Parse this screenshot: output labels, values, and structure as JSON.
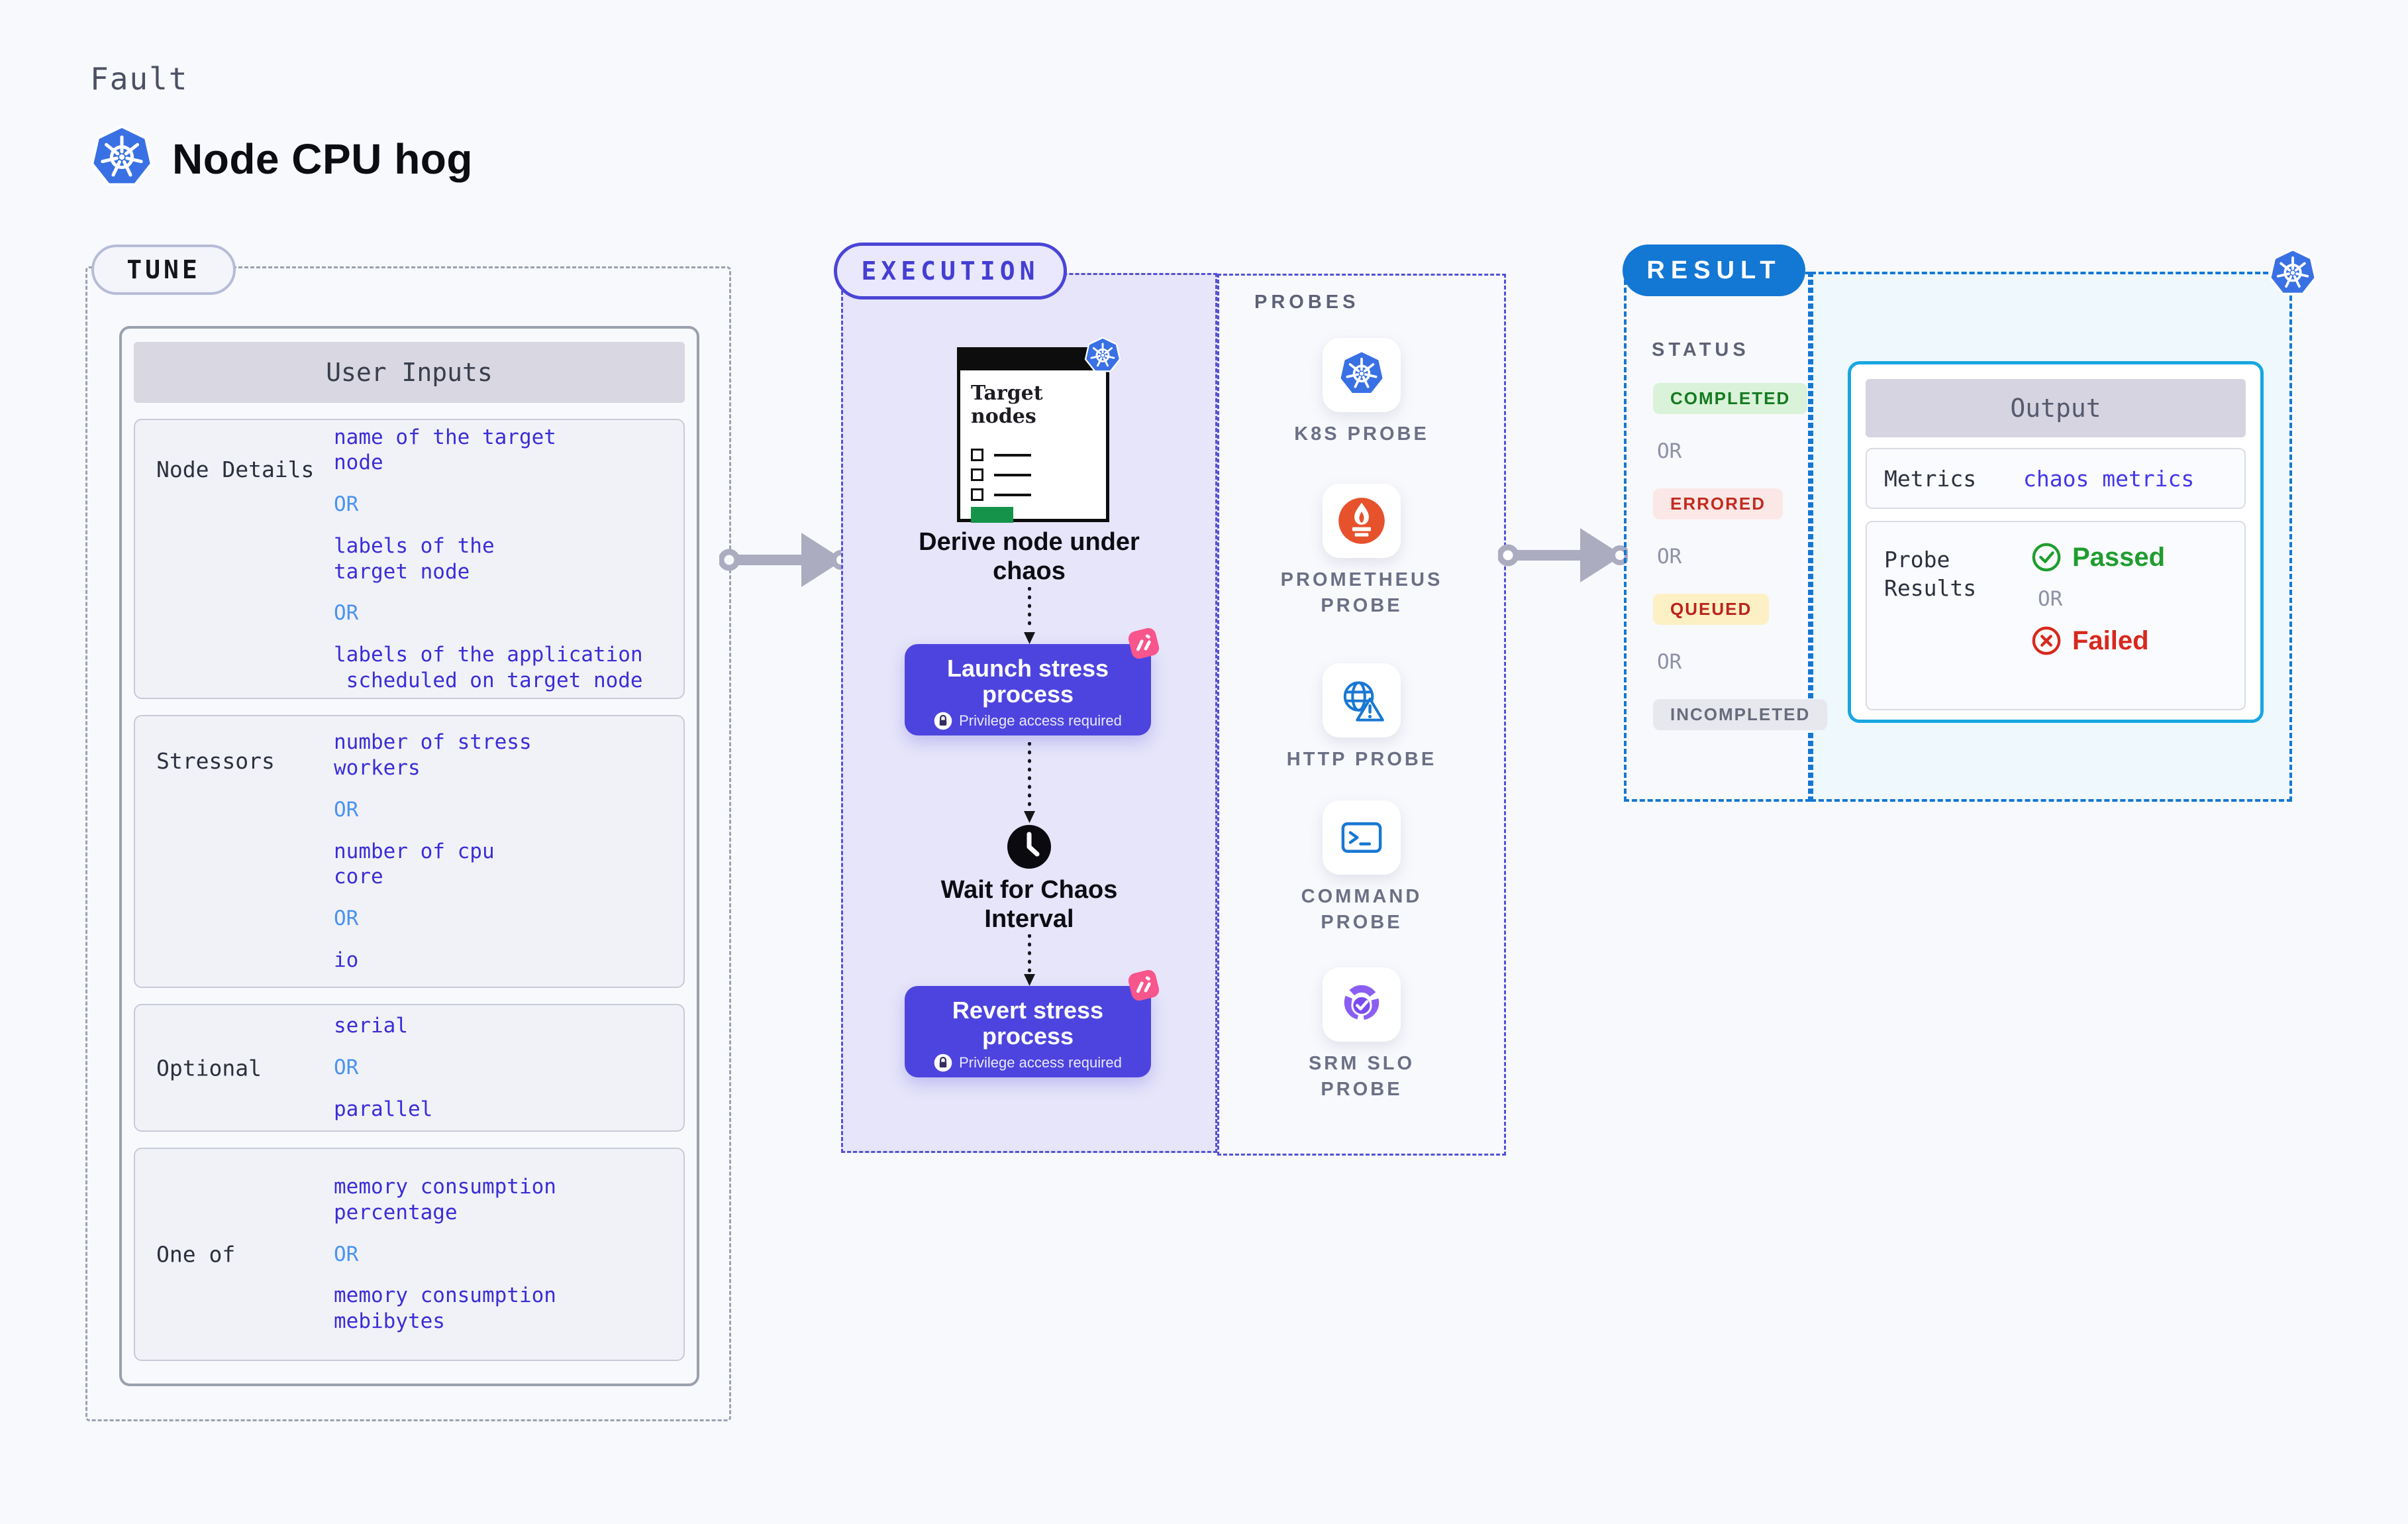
{
  "page": {
    "eyebrow": "Fault",
    "title": "Node CPU hog"
  },
  "tune": {
    "badge": "TUNE",
    "table": {
      "header": "User Inputs",
      "rows": [
        {
          "label": "Node Details",
          "values": [
            "name of the target\nnode",
            "OR",
            "labels of the\ntarget node",
            "OR",
            "labels of the application\n scheduled on target node"
          ]
        },
        {
          "label": "Stressors",
          "values": [
            "number of stress\nworkers",
            "OR",
            "number of cpu\ncore",
            "OR",
            "io"
          ]
        },
        {
          "label": "Optional",
          "values": [
            "serial",
            "OR",
            "parallel"
          ]
        },
        {
          "label": "One of",
          "values": [
            "memory consumption\npercentage",
            "OR",
            "memory consumption\nmebibytes"
          ]
        }
      ]
    }
  },
  "execution": {
    "badge": "EXECUTION",
    "target_nodes_label": "Target nodes",
    "derive_label": "Derive node under\nchaos",
    "launch": {
      "title": "Launch stress\nprocess",
      "subtitle": "Privilege access required"
    },
    "wait_label": "Wait for Chaos\nInterval",
    "revert": {
      "title": "Revert stress\nprocess",
      "subtitle": "Privilege access required"
    }
  },
  "probes": {
    "header": "PROBES",
    "items": [
      {
        "icon": "k8s",
        "label": "K8S PROBE"
      },
      {
        "icon": "prometheus",
        "label": "PROMETHEUS PROBE"
      },
      {
        "icon": "http",
        "label": "HTTP PROBE"
      },
      {
        "icon": "command",
        "label": "COMMAND PROBE"
      },
      {
        "icon": "srm",
        "label": "SRM SLO PROBE"
      }
    ]
  },
  "result": {
    "badge": "RESULT",
    "status": {
      "header": "STATUS",
      "items": [
        "COMPLETED",
        "OR",
        "ERRORED",
        "OR",
        "QUEUED",
        "OR",
        "INCOMPLETED"
      ]
    },
    "output": {
      "header": "Output",
      "metrics_label": "Metrics",
      "metrics_value": "chaos metrics",
      "probe_results_label": "Probe Results",
      "passed": "Passed",
      "or": "OR",
      "failed": "Failed"
    }
  },
  "colors": {
    "background": "#f8f9fd",
    "accent_indigo": "#4d44df",
    "accent_blue": "#1377d4",
    "value_blue": "#3b2ed6",
    "or_blue": "#4b93f0",
    "passed_green": "#1f9d2f",
    "failed_red": "#d8281d",
    "output_border": "#18a7e0",
    "k8s_blue": "#3970e4",
    "prometheus_orange": "#e6522c",
    "srm_purple": "#8b5ef2",
    "chaos_pink": "#f7558b"
  }
}
